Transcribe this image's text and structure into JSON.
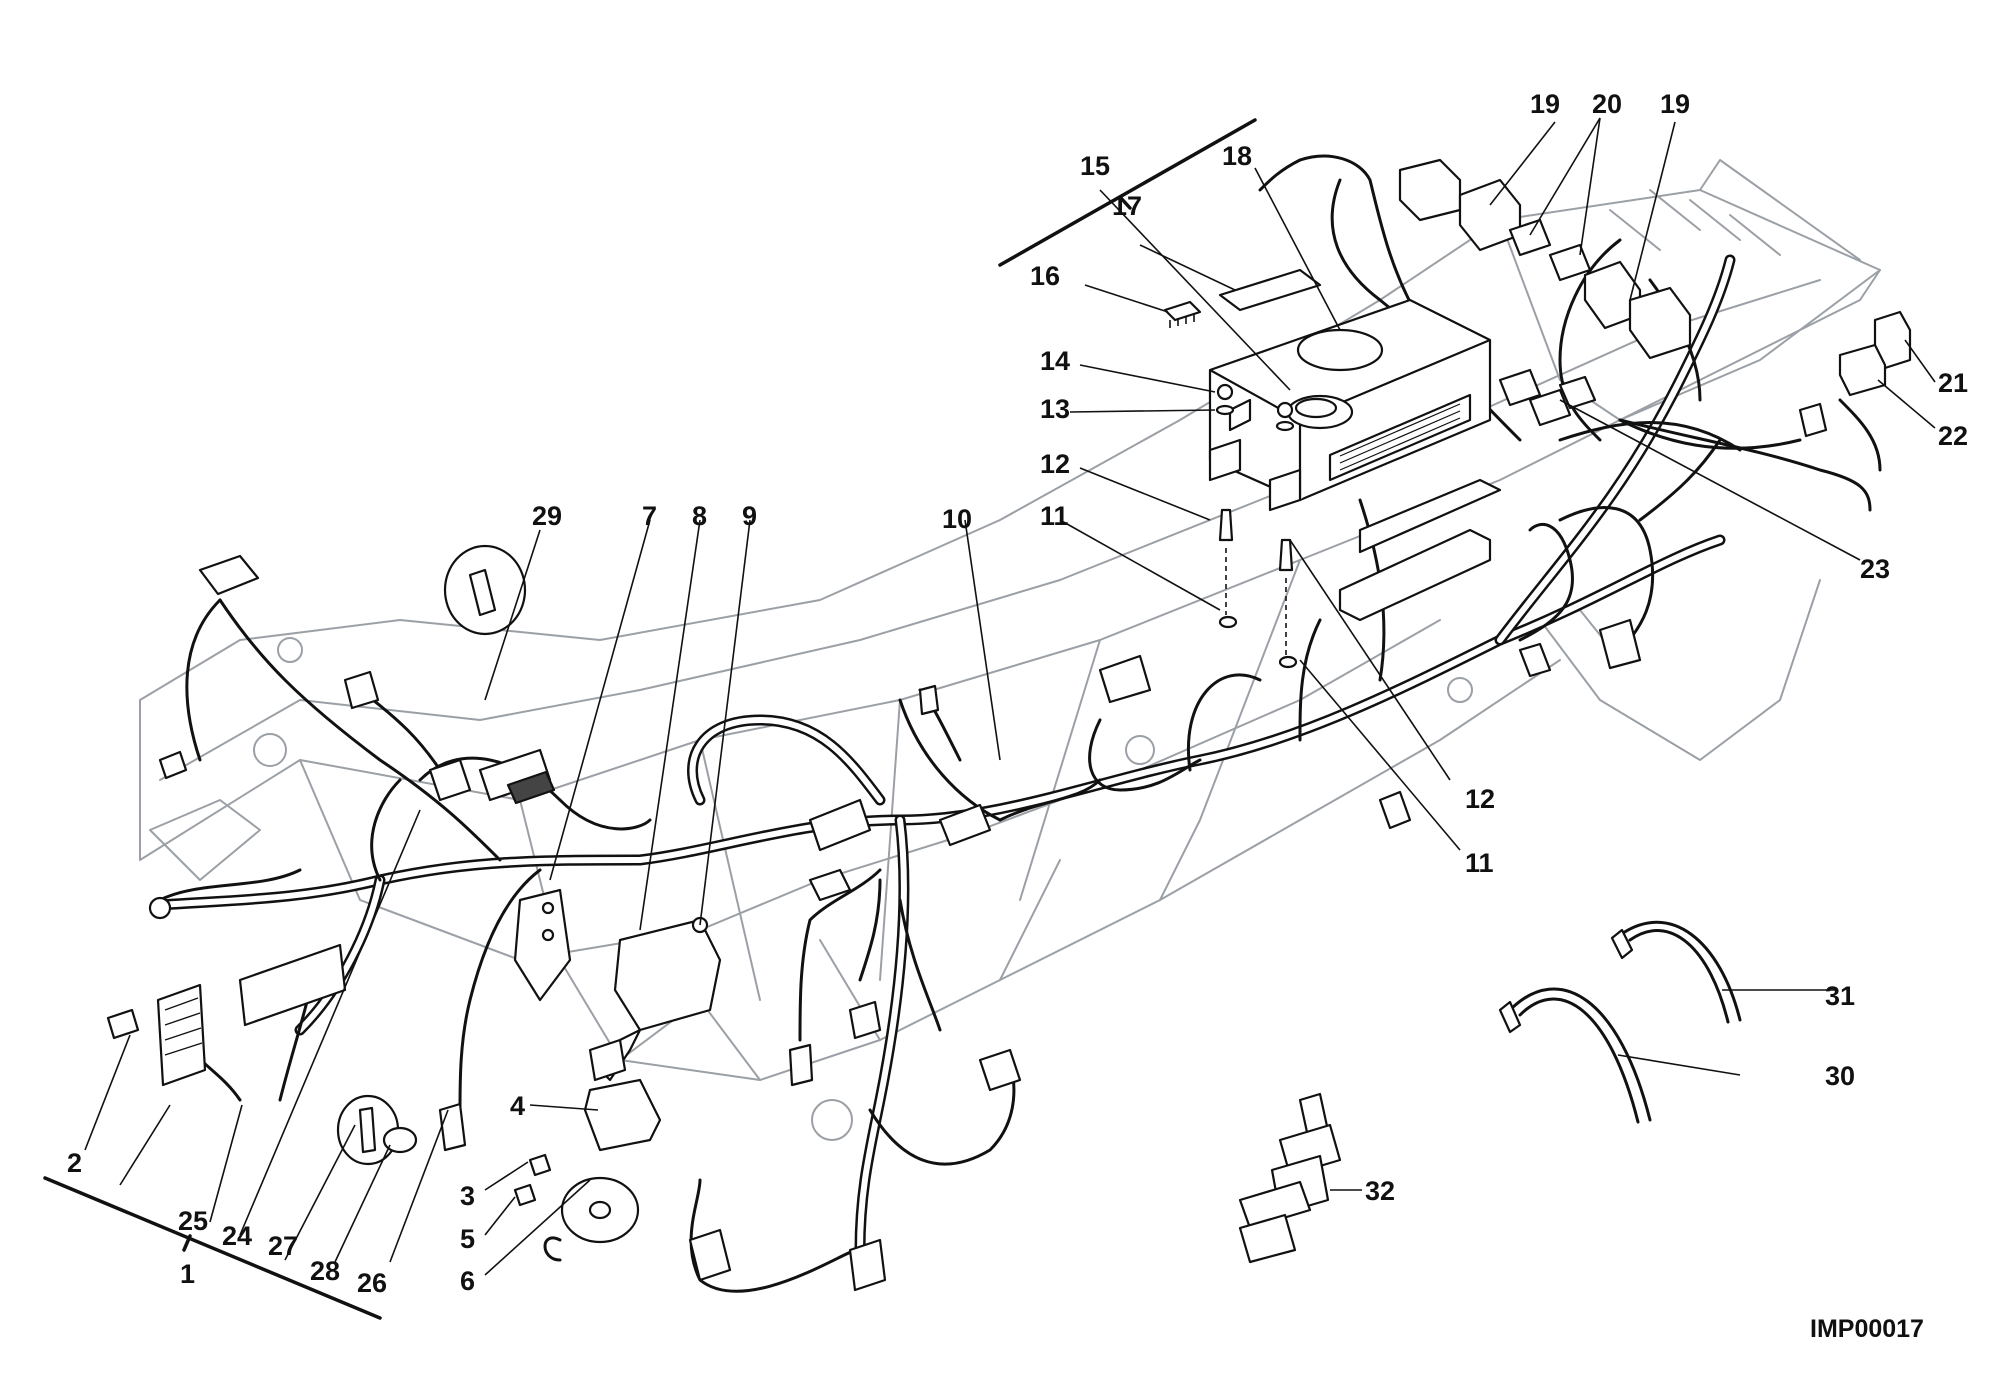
{
  "diagram": {
    "drawing_code": "IMP00017",
    "callouts": [
      {
        "id": "c1",
        "label": "1"
      },
      {
        "id": "c2",
        "label": "2"
      },
      {
        "id": "c3",
        "label": "3"
      },
      {
        "id": "c4",
        "label": "4"
      },
      {
        "id": "c5",
        "label": "5"
      },
      {
        "id": "c6",
        "label": "6"
      },
      {
        "id": "c7",
        "label": "7"
      },
      {
        "id": "c8",
        "label": "8"
      },
      {
        "id": "c9",
        "label": "9"
      },
      {
        "id": "c10",
        "label": "10"
      },
      {
        "id": "c11a",
        "label": "11"
      },
      {
        "id": "c11b",
        "label": "11"
      },
      {
        "id": "c12a",
        "label": "12"
      },
      {
        "id": "c12b",
        "label": "12"
      },
      {
        "id": "c13",
        "label": "13"
      },
      {
        "id": "c14",
        "label": "14"
      },
      {
        "id": "c15",
        "label": "15"
      },
      {
        "id": "c16",
        "label": "16"
      },
      {
        "id": "c17",
        "label": "17"
      },
      {
        "id": "c18",
        "label": "18"
      },
      {
        "id": "c19a",
        "label": "19"
      },
      {
        "id": "c19b",
        "label": "19"
      },
      {
        "id": "c20",
        "label": "20"
      },
      {
        "id": "c21",
        "label": "21"
      },
      {
        "id": "c22",
        "label": "22"
      },
      {
        "id": "c23",
        "label": "23"
      },
      {
        "id": "c24",
        "label": "24"
      },
      {
        "id": "c25",
        "label": "25"
      },
      {
        "id": "c26",
        "label": "26"
      },
      {
        "id": "c27",
        "label": "27"
      },
      {
        "id": "c28",
        "label": "28"
      },
      {
        "id": "c29",
        "label": "29"
      },
      {
        "id": "c30",
        "label": "30"
      },
      {
        "id": "c31",
        "label": "31"
      },
      {
        "id": "c32",
        "label": "32"
      }
    ]
  }
}
